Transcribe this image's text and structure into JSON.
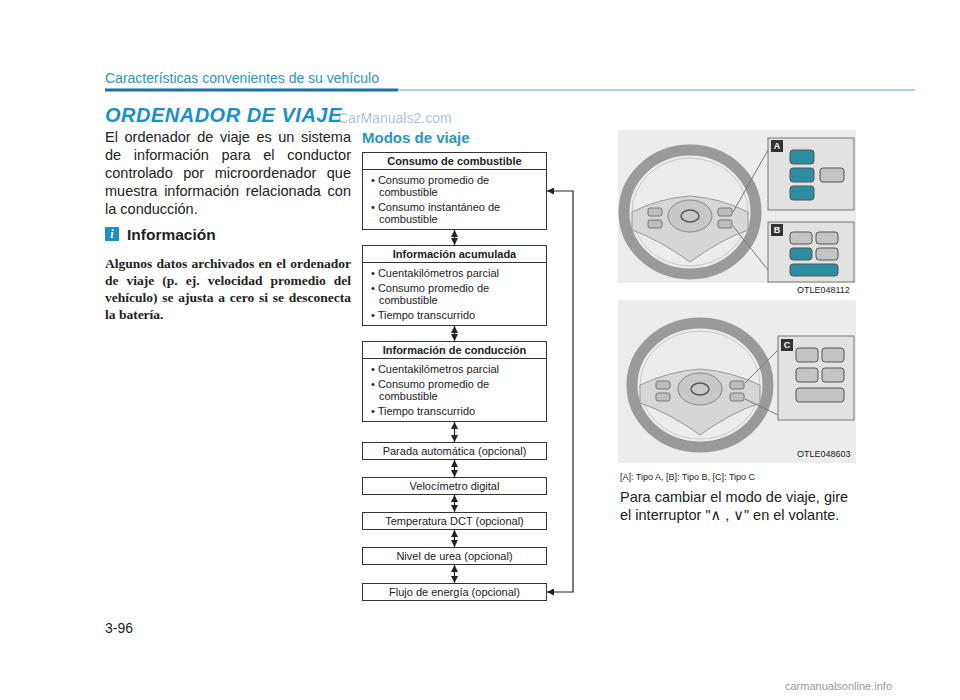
{
  "diagram": {
    "title": "ORDENADOR DE VIAJE",
    "nodes": [
      {
        "text": [
          "Consumo de combustible",
          "• Consumo promedio de combustible",
          "• Consumo instantáneo de combustible"
        ]
      },
      {
        "text": [
          "Información acumulada",
          "• Cuentakilómetros parcial",
          "• Consumo promedio de combustible",
          "• Tiempo transcurrido"
        ]
      },
      {
        "text": [
          "Información de conducción",
          "• Cuentakilómetros parcial",
          "• Consumo promedio de combustible",
          "• Tiempo transcurrido"
        ]
      },
      {
        "text": [
          "Parada automática (opcional)"
        ]
      },
      {
        "text": [
          "Velocímetro digital"
        ]
      },
      {
        "text": [
          "Temperatura DCT (opcional)"
        ]
      },
      {
        "text": [
          "Nivel de urea (opcional)"
        ]
      },
      {
        "text": [
          "Flujo de energía (opcional)"
        ]
      }
    ],
    "edges": [
      {
        "from": 0,
        "to": 1,
        "arrow": "both"
      },
      {
        "from": 1,
        "to": 2,
        "arrow": "both"
      },
      {
        "from": 2,
        "to": 3,
        "arrow": "both"
      },
      {
        "from": 3,
        "to": 4,
        "arrow": "both"
      },
      {
        "from": 4,
        "to": 5,
        "arrow": "both"
      },
      {
        "from": 5,
        "to": 6,
        "arrow": "both"
      },
      {
        "from": 6,
        "to": 7,
        "arrow": "both"
      },
      {
        "from": 7,
        "to": 0,
        "arrow": "both"
      }
    ],
    "labels": [
      "Características convenientes de su vehículo",
      "El ordenador de viaje es un sistema de información para el conductor controlado por microordenador que muestra información relacionada con la conducción.",
      "i",
      "Información",
      "Algunos datos archivados en el ordenador de viaje (p. ej. velocidad promedio del vehículo) se ajusta a cero si se desconecta la batería.",
      "Modos de viaje",
      "CarManuals2.com",
      "A",
      "B",
      "C",
      "OTLE048112",
      "OTLE048603",
      "[A]: Tipo A, [B]: Tipo B, [C]: Tipo C",
      "Para cambiar el modo de viaje, gire el interruptor \"∧ , ∨\" en el volante.",
      "3-96",
      "carmanualsonline.info"
    ]
  }
}
